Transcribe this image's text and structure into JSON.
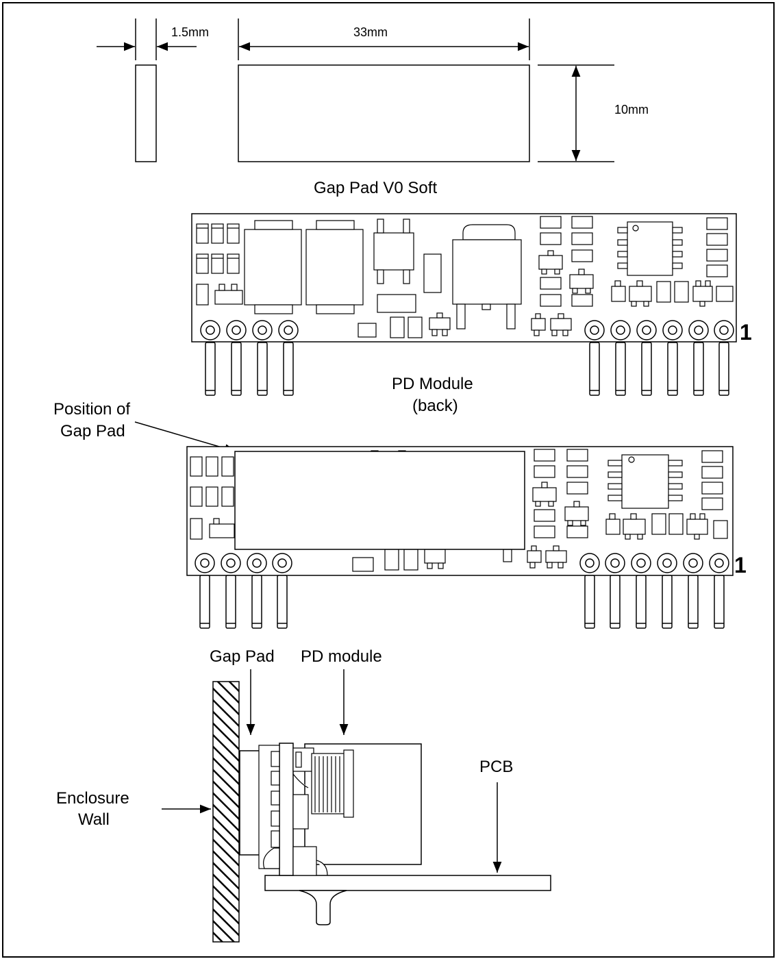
{
  "labels": {
    "thickness": "1.5mm",
    "length": "33mm",
    "height": "10mm",
    "gap_pad_title": "Gap Pad V0 Soft",
    "pd_module_back_line1": "PD Module",
    "pd_module_back_line2": "(back)",
    "pin1_top": "1",
    "position_line1": "Position of",
    "position_line2": "Gap Pad",
    "pin1_bottom": "1",
    "gap_pad": "Gap Pad",
    "pd_module": "PD module",
    "pcb": "PCB",
    "enclosure_line1": "Enclosure",
    "enclosure_line2": "Wall"
  }
}
